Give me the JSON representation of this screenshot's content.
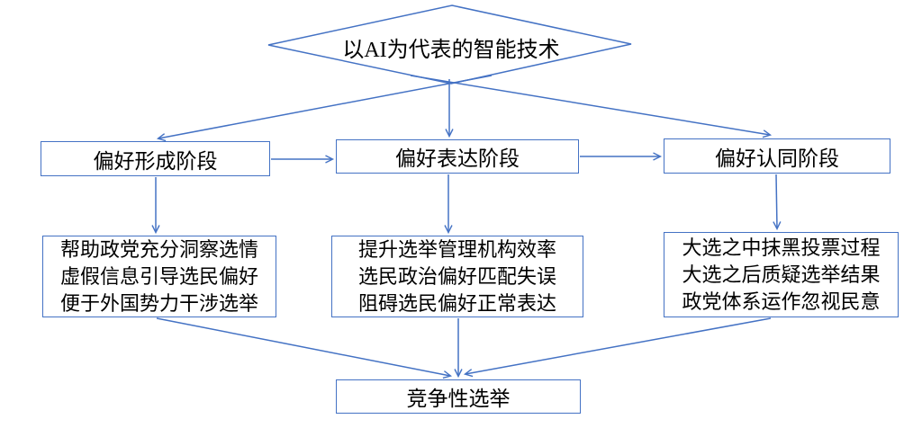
{
  "diagram": {
    "accent_color": "#4472C4",
    "text_color": "#000000",
    "root": {
      "label": "以AI为代表的智能技术"
    },
    "stages": [
      {
        "label": "偏好形成阶段",
        "effects": [
          "帮助政党充分洞察选情",
          "虚假信息引导选民偏好",
          "便于外国势力干涉选举"
        ]
      },
      {
        "label": "偏好表达阶段",
        "effects": [
          "提升选举管理机构效率",
          "选民政治偏好匹配失误",
          "阻碍选民偏好正常表达"
        ]
      },
      {
        "label": "偏好认同阶段",
        "effects": [
          "大选之中抹黑投票过程",
          "大选之后质疑选举结果",
          "政党体系运作忽视民意"
        ]
      }
    ],
    "outcome": {
      "label": "竞争性选举"
    }
  }
}
